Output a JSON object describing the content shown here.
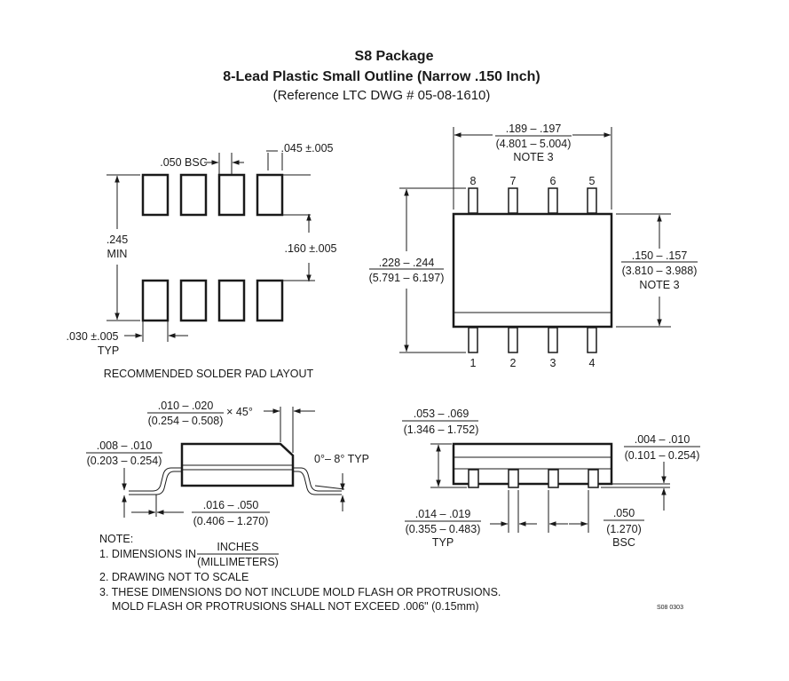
{
  "title": {
    "line1": "S8 Package",
    "line2": "8-Lead Plastic Small Outline (Narrow .150 Inch)",
    "line3": "(Reference LTC DWG # 05-08-1610)"
  },
  "solder_pad": {
    "caption": "RECOMMENDED SOLDER PAD LAYOUT",
    "pitch": ".050 BSC",
    "pad_length": ".045 ±.005",
    "row_gap": ".160 ±.005",
    "overall_min_value": ".245",
    "overall_min_label": "MIN",
    "pad_width": ".030 ±.005",
    "pad_width_note": "TYP"
  },
  "top_view": {
    "length_in": ".189 – .197",
    "length_mm": "(4.801 – 5.004)",
    "length_note": "NOTE 3",
    "width_in": ".228 – .244",
    "width_mm": "(5.791 – 6.197)",
    "body_width_in": ".150 – .157",
    "body_width_mm": "(3.810 – 3.988)",
    "body_width_note": "NOTE 3",
    "pins_top": [
      "8",
      "7",
      "6",
      "5"
    ],
    "pins_bottom": [
      "1",
      "2",
      "3",
      "4"
    ]
  },
  "side_view_left": {
    "chamfer_in": ".010 – .020",
    "chamfer_mm": "(0.254 – 0.508)",
    "chamfer_angle": "× 45°",
    "lead_thick_in": ".008 – .010",
    "lead_thick_mm": "(0.203 – 0.254)",
    "angle": "0°– 8° TYP",
    "foot_in": ".016 – .050",
    "foot_mm": "(0.406 – 1.270)"
  },
  "side_view_right": {
    "height_in": ".053 – .069",
    "height_mm": "(1.346 – 1.752)",
    "standoff_in": ".004 – .010",
    "standoff_mm": "(0.101 – 0.254)",
    "lead_width_in": ".014 – .019",
    "lead_width_mm": "(0.355 – 0.483)",
    "lead_width_note": "TYP",
    "pitch_in": ".050",
    "pitch_mm": "(1.270)",
    "pitch_note": "BSC"
  },
  "notes": {
    "heading": "NOTE:",
    "n1_prefix": "1. DIMENSIONS IN",
    "n1_num": "INCHES",
    "n1_den": "(MILLIMETERS)",
    "n2": "2. DRAWING NOT TO SCALE",
    "n3_line1": "3. THESE DIMENSIONS DO NOT INCLUDE MOLD FLASH OR PROTRUSIONS.",
    "n3_line2": "MOLD FLASH OR PROTRUSIONS SHALL NOT EXCEED .006\" (0.15mm)"
  },
  "drawing_code": "S08 0303"
}
